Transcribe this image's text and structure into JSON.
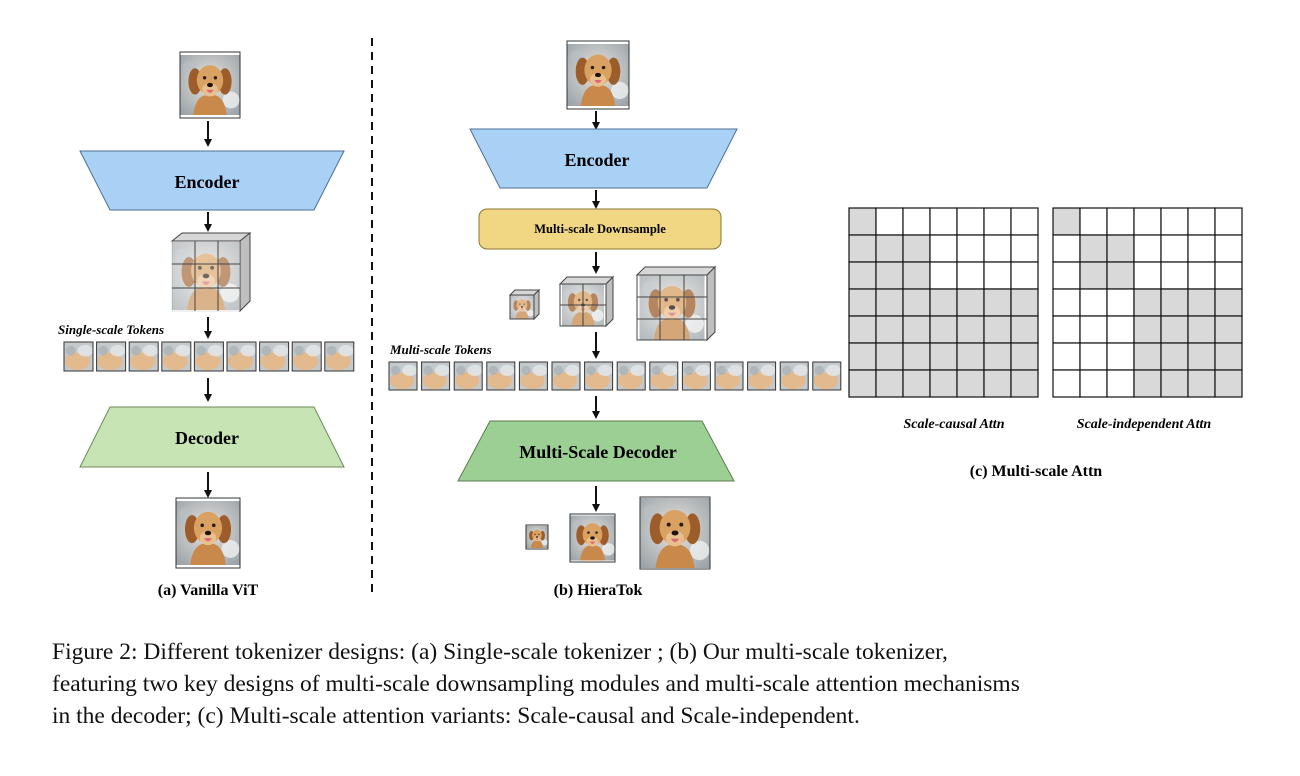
{
  "panel_a": {
    "encoder_label": "Encoder",
    "tokens_label": "Single-scale Tokens",
    "decoder_label": "Decoder",
    "caption": "(a) Vanilla ViT"
  },
  "panel_b": {
    "encoder_label": "Encoder",
    "downsample_label": "Multi-scale Downsample",
    "tokens_label": "Multi-scale Tokens",
    "decoder_label": "Multi-Scale Decoder",
    "caption": "(b) HieraTok"
  },
  "panel_c": {
    "left_label": "Scale-causal Attn",
    "right_label": "Scale-independent Attn",
    "caption": "(c) Multi-scale Attn",
    "grid_size": 7,
    "scale_causal": [
      [
        1,
        0,
        0,
        0,
        0,
        0,
        0
      ],
      [
        1,
        1,
        1,
        0,
        0,
        0,
        0
      ],
      [
        1,
        1,
        1,
        0,
        0,
        0,
        0
      ],
      [
        1,
        1,
        1,
        1,
        1,
        1,
        1
      ],
      [
        1,
        1,
        1,
        1,
        1,
        1,
        1
      ],
      [
        1,
        1,
        1,
        1,
        1,
        1,
        1
      ],
      [
        1,
        1,
        1,
        1,
        1,
        1,
        1
      ]
    ],
    "scale_independent": [
      [
        1,
        0,
        0,
        0,
        0,
        0,
        0
      ],
      [
        0,
        1,
        1,
        0,
        0,
        0,
        0
      ],
      [
        0,
        1,
        1,
        0,
        0,
        0,
        0
      ],
      [
        0,
        0,
        0,
        1,
        1,
        1,
        1
      ],
      [
        0,
        0,
        0,
        1,
        1,
        1,
        1
      ],
      [
        0,
        0,
        0,
        1,
        1,
        1,
        1
      ],
      [
        0,
        0,
        0,
        1,
        1,
        1,
        1
      ]
    ]
  },
  "figure_caption": {
    "line1": "Figure 2: Different tokenizer designs: (a) Single-scale tokenizer ; (b) Our multi-scale tokenizer,",
    "line2": "featuring two key designs of multi-scale downsampling modules and multi-scale attention mechanisms",
    "line3": "in the decoder; (c) Multi-scale attention variants: Scale-causal and Scale-independent."
  },
  "colors": {
    "encoder_fill": "#a9d0f5",
    "decoder_a_fill": "#c7e5b4",
    "decoder_b_fill": "#9ccf94",
    "downsample_fill": "#f1d683",
    "attn_filled": "#d9d9d9",
    "attn_empty": "#ffffff"
  },
  "icons": {
    "dog_image": "golden-retriever-photo-icon",
    "token_patch": "image-patch-icon",
    "token_cube": "patch-cube-icon"
  }
}
